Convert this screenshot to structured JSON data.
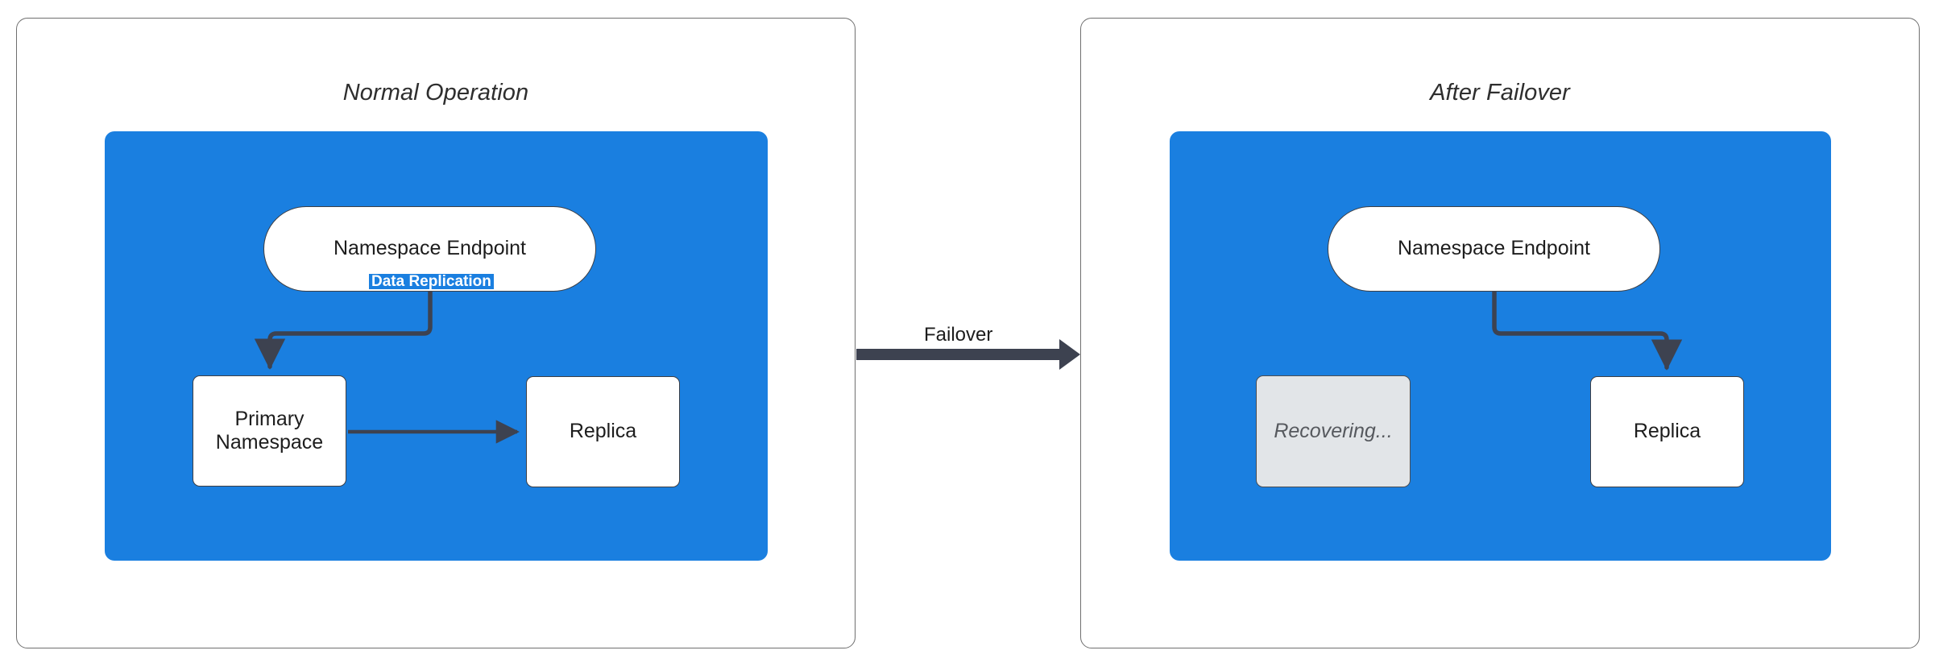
{
  "diagram": {
    "title_hidden": "",
    "colors": {
      "panel_border": "#6f6f6f",
      "region_fill": "#1a7fe0",
      "node_fill": "#ffffff",
      "node_border": "#3d3f45",
      "muted_fill": "#e2e5e8",
      "muted_text": "#56595e",
      "connector": "#3d4250",
      "replication_label": "#ffffff"
    }
  },
  "panels": [
    {
      "id": "normal-operation",
      "title": "Normal Operation",
      "nodes": [
        {
          "id": "endpoint",
          "label": "Namespace Endpoint",
          "shape": "pill",
          "state": "active"
        },
        {
          "id": "primary",
          "label": "Primary\nNamespace",
          "line1": "Primary",
          "line2": "Namespace",
          "shape": "rect",
          "state": "active"
        },
        {
          "id": "replica",
          "label": "Replica",
          "shape": "rect",
          "state": "active"
        }
      ],
      "edges": [
        {
          "from": "endpoint",
          "to": "primary",
          "label": "",
          "style": "elbow-arrow"
        },
        {
          "from": "primary",
          "to": "replica",
          "label": "Data Replication",
          "style": "straight-arrow"
        }
      ]
    },
    {
      "id": "after-failover",
      "title": "After Failover",
      "nodes": [
        {
          "id": "endpoint",
          "label": "Namespace Endpoint",
          "shape": "pill",
          "state": "active"
        },
        {
          "id": "recovering",
          "label": "Recovering...",
          "shape": "rect",
          "state": "muted"
        },
        {
          "id": "replica",
          "label": "Replica",
          "shape": "rect",
          "state": "active"
        }
      ],
      "edges": [
        {
          "from": "endpoint",
          "to": "replica",
          "label": "",
          "style": "elbow-arrow"
        }
      ]
    }
  ],
  "transition": {
    "label": "Failover",
    "direction": "left-to-right"
  }
}
